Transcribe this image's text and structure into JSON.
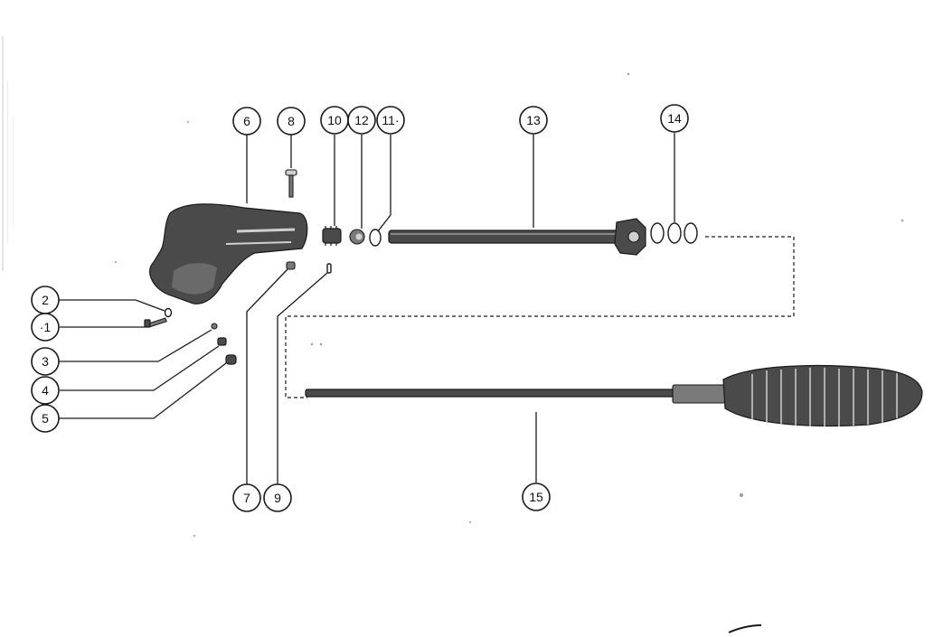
{
  "callouts": [
    {
      "id": "c6",
      "label": "6"
    },
    {
      "id": "c8",
      "label": "8"
    },
    {
      "id": "c10",
      "label": "10"
    },
    {
      "id": "c12",
      "label": "12"
    },
    {
      "id": "c11",
      "label": "11·"
    },
    {
      "id": "c13",
      "label": "13"
    },
    {
      "id": "c14",
      "label": "14"
    },
    {
      "id": "c2",
      "label": "2"
    },
    {
      "id": "c1",
      "label": "·1"
    },
    {
      "id": "c3",
      "label": "3"
    },
    {
      "id": "c4",
      "label": "4"
    },
    {
      "id": "c5",
      "label": "5"
    },
    {
      "id": "c7",
      "label": "7"
    },
    {
      "id": "c9",
      "label": "9"
    },
    {
      "id": "c15",
      "label": "15"
    }
  ],
  "colors": {
    "ink": "#1a1a1a",
    "part_dark": "#4a4a4a",
    "part_mid": "#7a7a7a",
    "paper": "#ffffff"
  }
}
